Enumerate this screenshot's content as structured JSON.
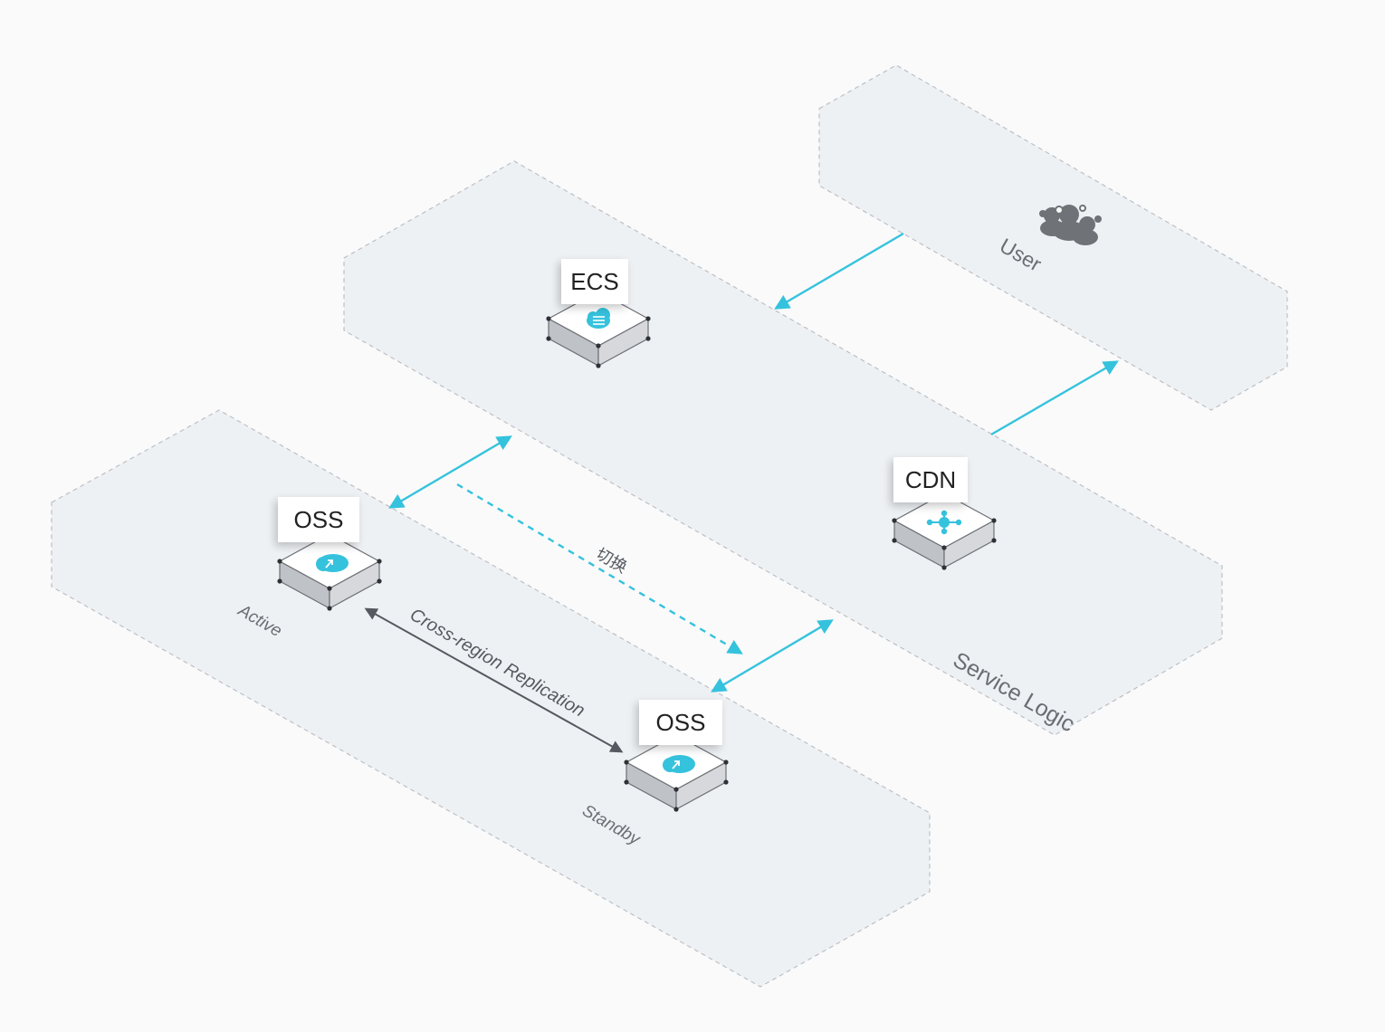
{
  "zones": {
    "user": "User",
    "service": "Service Logic"
  },
  "nodes": {
    "ecs": {
      "label": "ECS",
      "icon": "ecs-cloud-server-icon"
    },
    "cdn": {
      "label": "CDN",
      "icon": "cdn-network-icon"
    },
    "oss_active": {
      "label": "OSS",
      "icon": "oss-storage-icon",
      "role": "Active"
    },
    "oss_standby": {
      "label": "OSS",
      "icon": "oss-storage-icon",
      "role": "Standby"
    }
  },
  "edges": {
    "replication": "Cross-region Replication",
    "switch": "切换"
  },
  "icons": {
    "users": "users-group-icon"
  },
  "colors": {
    "accent": "#35c2dd",
    "arrow_dark": "#555a60",
    "platform_fill": "#eef1f4",
    "platform_border": "#bcc0c6",
    "background": "#fafafa"
  }
}
